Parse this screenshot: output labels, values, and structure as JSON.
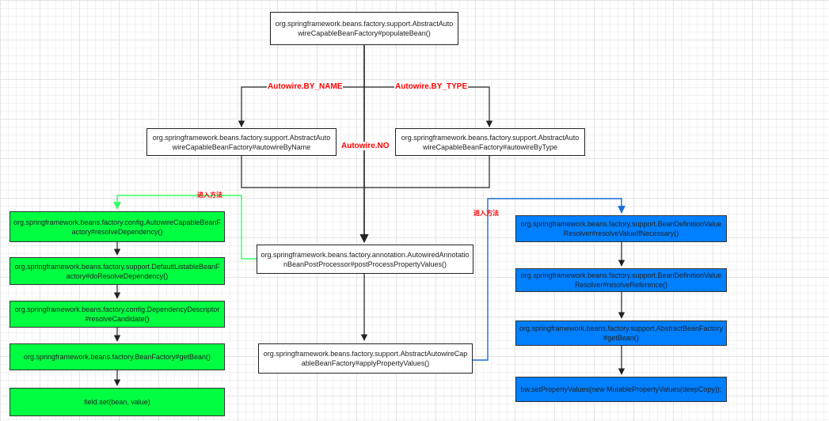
{
  "nodes": {
    "populate_bean": "org.springframework.beans.factory.support.AbstractAutowireCapableBeanFactory#populateBean()",
    "autowire_by_name": "org.springframework.beans.factory.support.AbstractAutowireCapableBeanFactory#autowireByName",
    "autowire_by_type": "org.springframework.beans.factory.support.AbstractAutowireCapableBeanFactory#autowireByType",
    "post_process_property_values": "org.springframework.beans.factory.annotation.AutowiredAnnotationBeanPostProcessor#postProcessPropertyValues()",
    "apply_property_values": "org.springframework.beans.factory.support.AbstractAutowireCapableBeanFactory#applyPropertyValues()",
    "resolve_dependency": "org.springframework.beans.factory.config.AutowireCapableBeanFactory#resolveDependency()",
    "do_resolve_dependency": "org.springframework.beans.factory.support.DefaultListableBeanFactory#doResolveDependency()",
    "resolve_candidate": "org.springframework.beans.factory.config.DependencyDescriptor#resolveCandidate()",
    "bean_factory_get_bean": "org.springframework.beans.factory.BeanFactory#getBean()",
    "field_set": "field.set(bean, value)",
    "resolve_value_if_necessary": "org.springframework.beans.factory.support.BeanDefinitionValueResolver#resolveValueIfNecessary()",
    "resolve_reference": "org.springframework.beans.factory.support.BeanDefinitionValueResolver#resolveReference()",
    "abstract_bean_factory_get_bean": "org.springframework.beans.factory.support.AbstractBeanFactory#getBean()",
    "bw_set_property_values": "bw.setPropertyValues(new MutablePropertyValues(deepCopy));"
  },
  "edge_labels": {
    "by_name": "Autowire.BY_NAME",
    "by_type": "Autowire.BY_TYPE",
    "no": "Autowire.NO",
    "enter_method_left": "进入方法",
    "enter_method_right": "进入方法"
  },
  "colors": {
    "green_fill": "#00ff41",
    "blue_fill": "#007fff",
    "green_line": "#33ff66",
    "blue_line": "#1a6fd9",
    "label_red": "#ff0000"
  }
}
